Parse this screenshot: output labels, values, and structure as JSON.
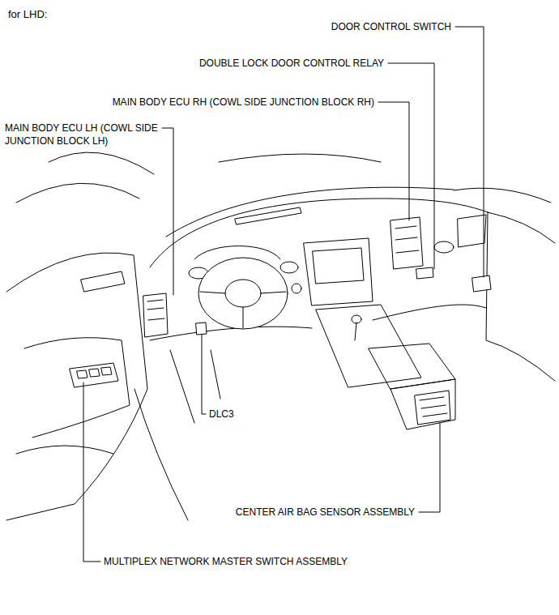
{
  "diagram": {
    "title": "for LHD:",
    "labels": [
      "DOOR CONTROL SWITCH",
      "DOUBLE LOCK DOOR CONTROL RELAY",
      "MAIN BODY ECU RH (COWL SIDE JUNCTION BLOCK RH)",
      "MAIN BODY ECU LH (COWL SIDE JUNCTION BLOCK LH)",
      "DLC3",
      "CENTER AIR BAG SENSOR ASSEMBLY",
      "MULTIPLEX NETWORK MASTER SWITCH ASSEMBLY"
    ]
  }
}
